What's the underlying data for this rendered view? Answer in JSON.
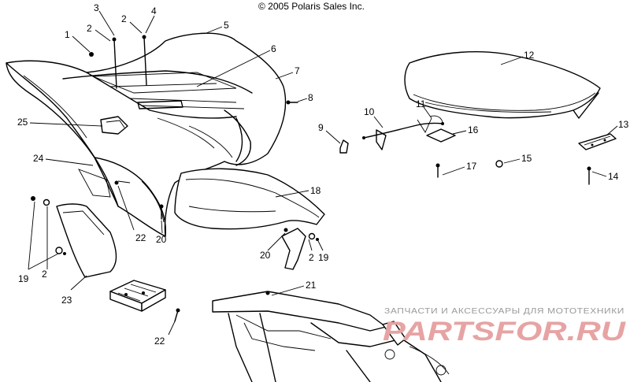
{
  "copyright": "© 2005 Polaris Sales Inc.",
  "watermark": {
    "subtitle": "ЗАПЧАСТИ И АКСЕССУАРЫ ДЛЯ МОТОТЕХНИКИ",
    "logo": "PARTSFOR.RU",
    "color": "#e7a3a3"
  },
  "callouts": {
    "c1": "1",
    "c2a": "2",
    "c3": "3",
    "c2b": "2",
    "c4": "4",
    "c5": "5",
    "c6": "6",
    "c7": "7",
    "c8": "8",
    "c9": "9",
    "c10": "10",
    "c11": "11",
    "c12": "12",
    "c13": "13",
    "c14": "14",
    "c15": "15",
    "c16": "16",
    "c17": "17",
    "c18": "18",
    "c19a": "19",
    "c2c": "2",
    "c20a": "20",
    "c21": "21",
    "c22a": "22",
    "c20b": "20",
    "c22b": "22",
    "c23": "23",
    "c24": "24",
    "c25": "25",
    "c19b": "19",
    "c2d": "2"
  }
}
